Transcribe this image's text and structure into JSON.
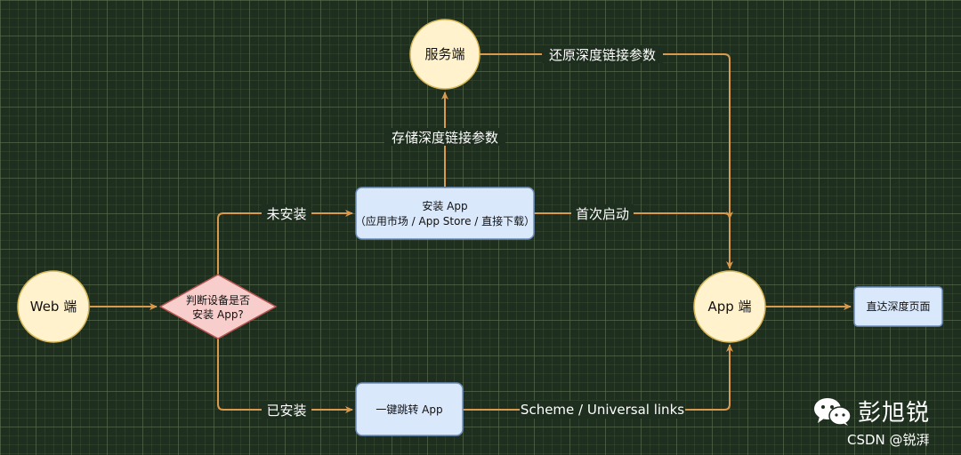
{
  "nodes": {
    "web": "Web 端",
    "decision_line1": "判断设备是否",
    "decision_line2": "安装 App?",
    "install_line1": "安装 App",
    "install_line2": "（应用市场 / App Store / 直接下载）",
    "server": "服务端",
    "jump": "一键跳转 App",
    "app": "App 端",
    "direct": "直达深度页面"
  },
  "edges": {
    "not_installed": "未安装",
    "installed": "已安装",
    "store_params": "存储深度链接参数",
    "restore_params": "还原深度链接参数",
    "first_launch": "首次启动",
    "scheme": "Scheme / Universal links"
  },
  "watermark": {
    "name": "彭旭锐",
    "csdn": "CSDN @锐湃"
  },
  "colors": {
    "edge": "#d99a4e",
    "circle_fill": "#fff2cc",
    "circle_stroke": "#d6b656",
    "box_fill": "#dae8fc",
    "box_stroke": "#6c8ebf",
    "diamond_fill": "#f8cecc",
    "diamond_stroke": "#b85450"
  }
}
